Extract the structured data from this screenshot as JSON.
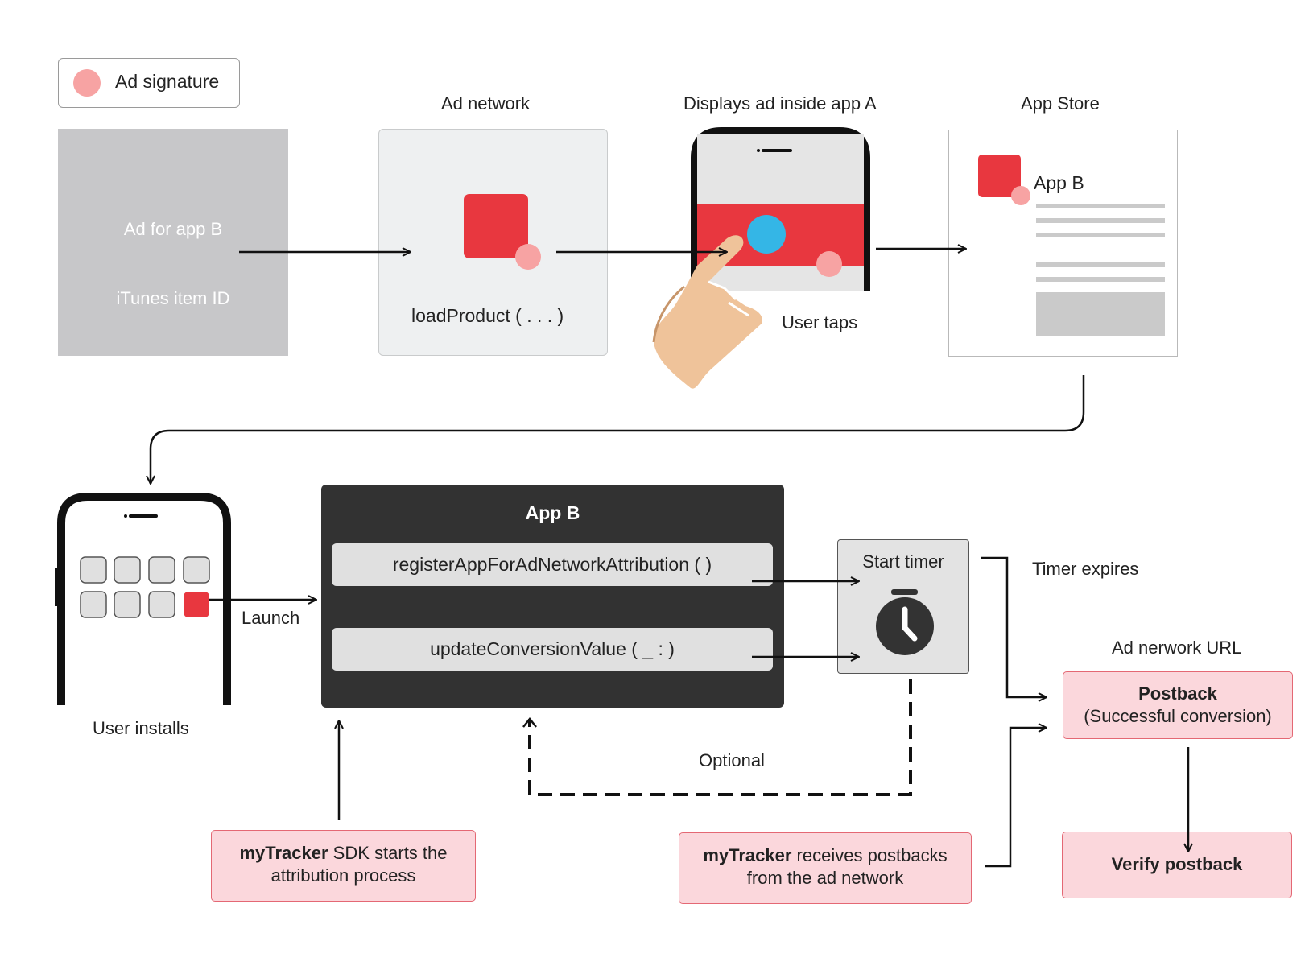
{
  "legend": {
    "label": "Ad signature"
  },
  "ad_card": {
    "line1": "Ad for app B",
    "line2": "iTunes item ID"
  },
  "ad_network": {
    "title": "Ad network",
    "code": "loadProduct  ( . . . )"
  },
  "phone_a": {
    "title": "Displays ad inside app A",
    "tap_label": "User taps"
  },
  "app_store": {
    "title": "App Store",
    "app_name": "App B"
  },
  "phone_b": {
    "launch_label": "Launch",
    "install_label": "User installs"
  },
  "app_b": {
    "title": "App B",
    "method1": "registerAppForAdNetworkAttribution ( )",
    "method2": "updateConversionValue ( _ : )"
  },
  "timer": {
    "label": "Start timer",
    "expires_label": "Timer expires",
    "optional_label": "Optional"
  },
  "postback": {
    "url_title": "Ad nerwork URL",
    "title": "Postback",
    "subtitle": "(Successful conversion)",
    "verify": "Verify postback"
  },
  "notes": {
    "sdk_bold": "myTracker",
    "sdk_rest": " SDK starts the",
    "sdk_line2": "attribution process",
    "rec_bold": "myTracker",
    "rec_rest": " receives postbacks",
    "rec_line2": "from the ad network"
  },
  "colors": {
    "ad_red": "#e8373f",
    "signature_pink": "#f7a3a3",
    "tap_blue": "#34b6e6",
    "note_pink": "#fbd7dc",
    "note_border": "#e46874",
    "app_dark": "#323232"
  },
  "icons": [
    "signature-dot-icon",
    "hand-pointer-icon",
    "stopwatch-icon",
    "app-tile-icon"
  ]
}
